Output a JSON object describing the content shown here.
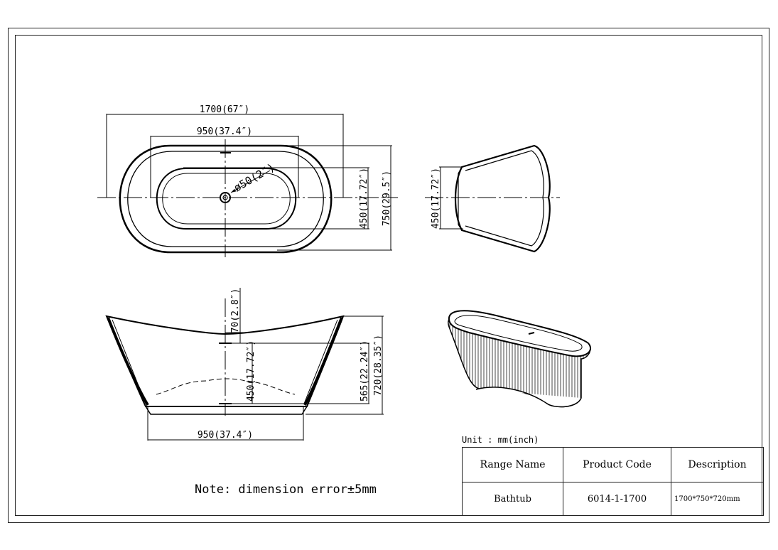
{
  "dimensions": {
    "top_length": "1700(67″)",
    "top_inner_length": "950(37.4″)",
    "top_inner_width": "450(17.72″)",
    "top_width": "750(29.5″)",
    "drain_diameter": "ø50(2″)",
    "end_width": "450(17.72″)",
    "side_rim_depth": "70(2.8″)",
    "side_inner_depth": "450(17.72″)",
    "side_overflow_height": "565(22.24″)",
    "side_total_height": "720(28.35″)",
    "side_base_length": "950(37.4″)"
  },
  "note": "Note: dimension error±5mm",
  "unit_label": "Unit : mm(inch)",
  "spec_table": {
    "headers": [
      "Range Name",
      "Product Code",
      "Description"
    ],
    "row": [
      "Bathtub",
      "6014-1-1700",
      "1700*750*720mm"
    ]
  }
}
